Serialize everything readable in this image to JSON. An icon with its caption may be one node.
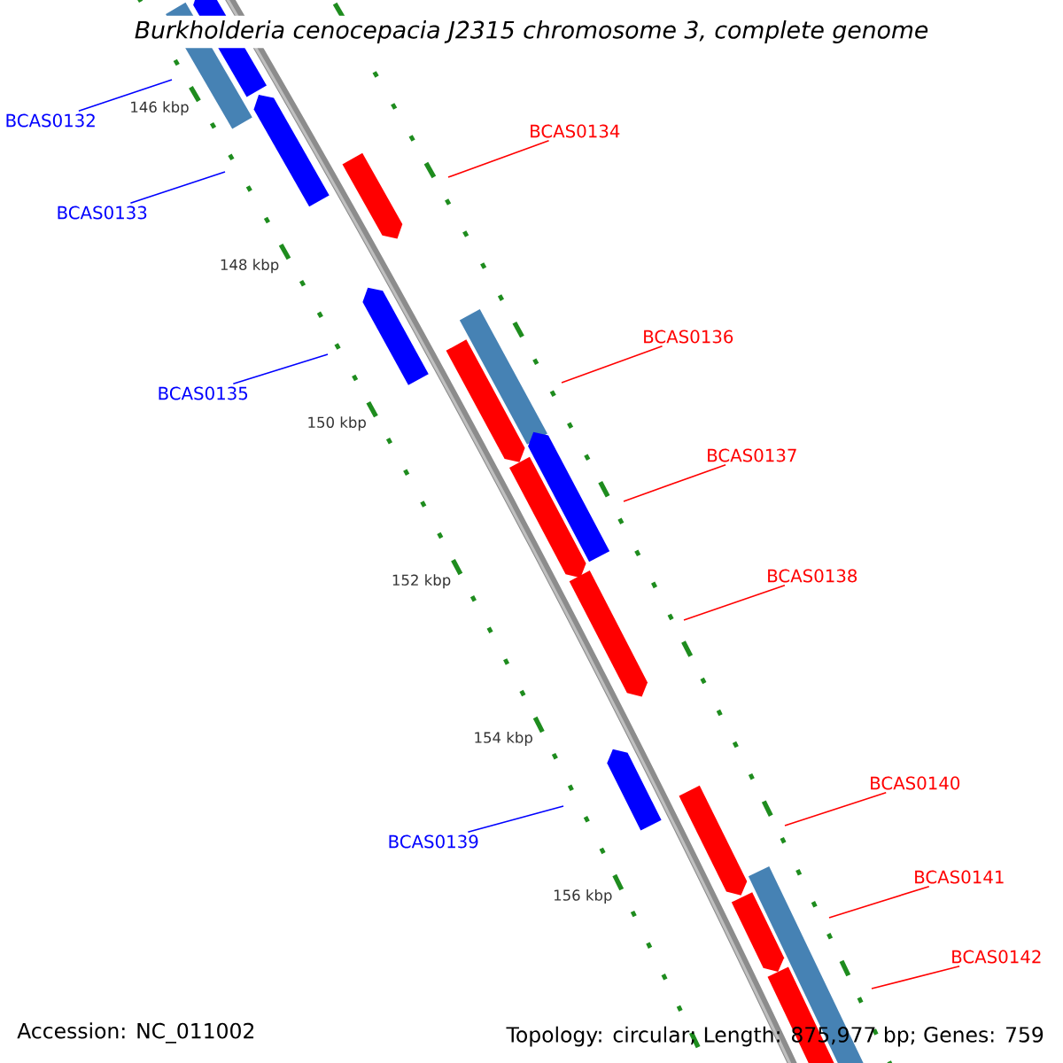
{
  "diagram": {
    "title": "*Burkholderia cenocepacia* J2315 chromosome 3, complete genome",
    "nodes": [
      {
        "text": [
          "BCAS0132"
        ]
      },
      {
        "text": [
          "BCAS0133"
        ]
      },
      {
        "text": [
          "BCAS0134"
        ]
      },
      {
        "text": [
          "BCAS0135"
        ]
      },
      {
        "text": [
          "BCAS0136"
        ]
      },
      {
        "text": [
          "BCAS0137"
        ]
      },
      {
        "text": [
          "BCAS0138"
        ]
      },
      {
        "text": [
          "BCAS0139"
        ]
      },
      {
        "text": [
          "BCAS0140"
        ]
      },
      {
        "text": [
          "BCAS0141"
        ]
      },
      {
        "text": [
          "BCAS0142"
        ]
      }
    ],
    "edges": [
      {
        "from": 0,
        "to": null,
        "arrow": "none",
        "color": "#0000ff"
      },
      {
        "from": 1,
        "to": null,
        "arrow": "none",
        "color": "#0000ff"
      },
      {
        "from": 2,
        "to": null,
        "arrow": "none"
      },
      {
        "from": 3,
        "to": null,
        "arrow": "none",
        "color": "#0000ff"
      },
      {
        "from": 4,
        "to": null,
        "arrow": "none"
      },
      {
        "from": 5,
        "to": null,
        "arrow": "none"
      },
      {
        "from": 6,
        "to": null,
        "arrow": "none"
      },
      {
        "from": 7,
        "to": null,
        "arrow": "none",
        "color": "#0000ff"
      },
      {
        "from": 8,
        "to": null,
        "arrow": "none"
      },
      {
        "from": 9,
        "to": null,
        "arrow": "none"
      },
      {
        "from": 10,
        "to": null,
        "arrow": "none"
      }
    ],
    "labels": [
      "146 kbp",
      "148 kbp",
      "150 kbp",
      "152 kbp",
      "154 kbp",
      "156 kbp",
      "Accession: NC_011002",
      "Topology: circular; Length: 875,977 bp; Genes: 759"
    ]
  }
}
